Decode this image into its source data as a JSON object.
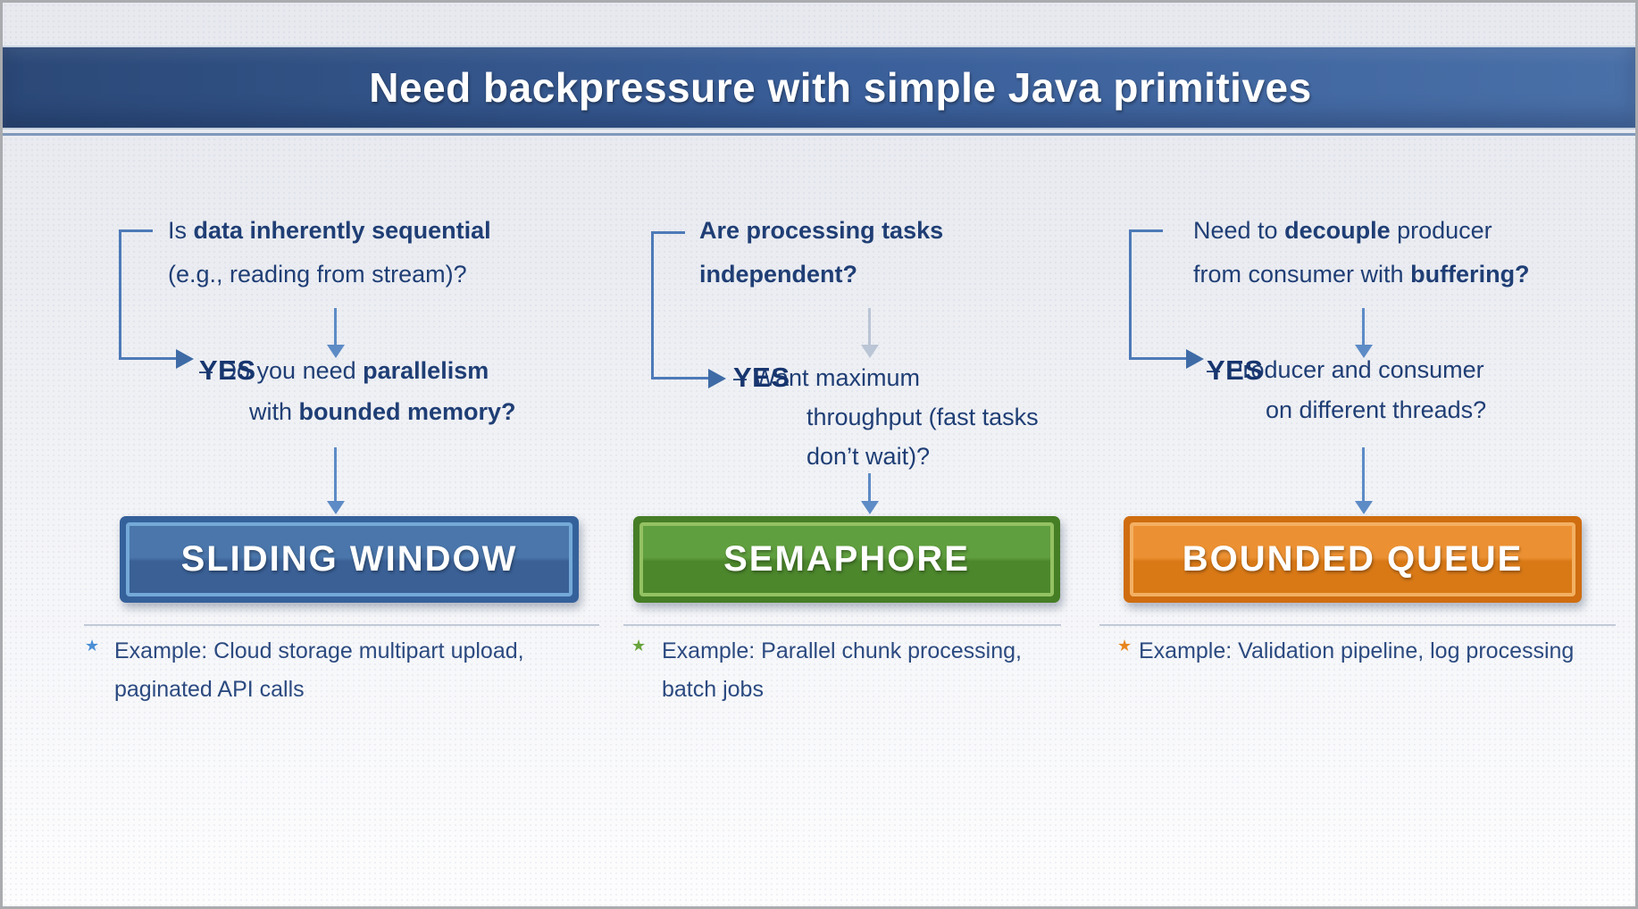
{
  "header": {
    "title": "Need backpressure with simple Java primitives"
  },
  "accents": {
    "banner_left": "#2b4877",
    "banner_right": "#4a70a8",
    "text_navy": "#1f3e75",
    "arrow": "#5d8bc6",
    "arrow_faded": "#bac5d5",
    "bracket": "#4d7ab8",
    "bracket_head": "#3e6ba6"
  },
  "icons": {
    "star_bullet": "★"
  },
  "columns": [
    {
      "key": "sliding-window",
      "question_lines": [
        [
          {
            "text": "Is ",
            "bold": false
          },
          {
            "text": "data inherently sequential",
            "bold": true
          }
        ],
        [
          {
            "text": "(e.g., reading from stream)?",
            "bold": false
          }
        ]
      ],
      "yes_lines": [
        [
          {
            "text": "YES",
            "cls": "yes"
          },
          {
            "text": " – Do you need ",
            "bold": false
          },
          {
            "text": "parallelism",
            "bold": true
          }
        ],
        [
          {
            "text": "with ",
            "bold": false
          },
          {
            "text": "bounded memory?",
            "bold": true
          }
        ]
      ],
      "result_label": "SLIDING WINDOW",
      "example_lines": [
        "Example: Cloud storage multipart upload,",
        "paginated API calls"
      ],
      "colors": {
        "outer": "#35619b",
        "inner_border": "#74a9d8",
        "fill_top": "#4a76ab",
        "fill_bottom": "#3a6096",
        "star": "#4a8fd4"
      }
    },
    {
      "key": "semaphore",
      "question_lines": [
        [
          {
            "text": "Are processing tasks",
            "bold": true
          }
        ],
        [
          {
            "text": "independent?",
            "bold": true
          }
        ]
      ],
      "yes_lines": [
        [
          {
            "text": "YES",
            "cls": "yes"
          },
          {
            "text": " – Want maximum",
            "bold": false
          }
        ],
        [
          {
            "text": "throughput (fast tasks",
            "bold": false
          }
        ],
        [
          {
            "text": "don’t wait)?",
            "bold": false
          }
        ]
      ],
      "result_label": "SEMAPHORE",
      "example_lines": [
        "Example: Parallel chunk processing,",
        "batch jobs"
      ],
      "colors": {
        "outer": "#457e25",
        "inner_border": "#94c263",
        "fill_top": "#609f3f",
        "fill_bottom": "#4c872c",
        "star": "#68a43c"
      }
    },
    {
      "key": "bounded-queue",
      "question_lines": [
        [
          {
            "text": "Need to ",
            "bold": false
          },
          {
            "text": "decouple",
            "bold": true
          },
          {
            "text": " producer",
            "bold": false
          }
        ],
        [
          {
            "text": "from consumer with ",
            "bold": false
          },
          {
            "text": "buffering?",
            "bold": true
          }
        ]
      ],
      "yes_lines": [
        [
          {
            "text": "YES",
            "cls": "yes"
          },
          {
            "text": " – Producer and consumer",
            "bold": false
          }
        ],
        [
          {
            "text": "on different threads?",
            "bold": false
          }
        ]
      ],
      "result_label": "BOUNDED QUEUE",
      "example_lines": [
        "Example: Validation pipeline, log processing"
      ],
      "colors": {
        "outer": "#cf6d10",
        "inner_border": "#f3b063",
        "fill_top": "#ec9133",
        "fill_bottom": "#d97916",
        "star": "#e8861f"
      }
    }
  ]
}
